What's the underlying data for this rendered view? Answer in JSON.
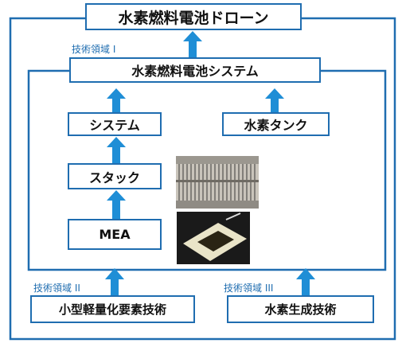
{
  "title": "水素燃料電池ドローン",
  "system": "水素燃料電池システム",
  "area1_label": "技術領域 I",
  "subsystem": "システム",
  "tank": "水素タンク",
  "stack": "スタック",
  "mea": "MEA",
  "area2_label": "技術領域 II",
  "area2_box": "小型軽量化要素技術",
  "area3_label": "技術領域 III",
  "area3_box": "水素生成技術",
  "colors": {
    "border": "#1f6db0",
    "arrow": "#1f8ed6"
  },
  "photos": [
    "fuel-cell-stack-photo",
    "mea-photo"
  ]
}
